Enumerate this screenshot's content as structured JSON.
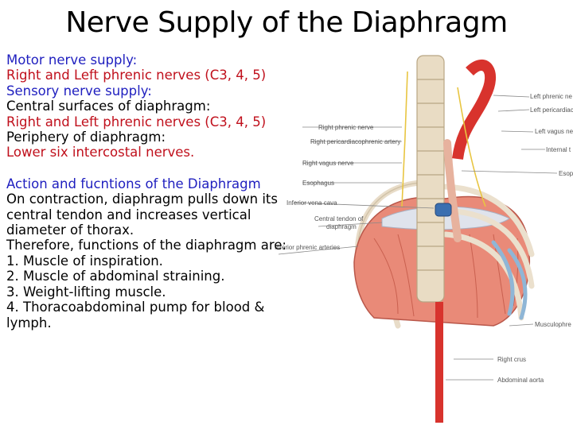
{
  "title": "Nerve Supply of the Diaphragm",
  "lines": [
    {
      "text": "Motor nerve supply:",
      "color": "#1f1fbf"
    },
    {
      "text": "Right and Left phrenic nerves (C3, 4, 5)",
      "color": "#c0101c"
    },
    {
      "text": "Sensory nerve supply:",
      "color": "#1f1fbf"
    },
    {
      "text": "Central surfaces of diaphragm:",
      "color": "#000000"
    },
    {
      "text": "Right and Left phrenic nerves (C3, 4, 5)",
      "color": "#c0101c"
    },
    {
      "text": "Periphery of diaphragm:",
      "color": "#000000"
    },
    {
      "text": "Lower six intercostal nerves.",
      "color": "#c0101c"
    },
    {
      "text": "Action and fucntions of the Diaphragm",
      "color": "#1f1fbf"
    },
    {
      "text": "On contraction, diaphragm pulls down its",
      "color": "#000000"
    },
    {
      "text": "central tendon and increases vertical",
      "color": "#000000"
    },
    {
      "text": "diameter of thorax.",
      "color": "#000000"
    },
    {
      "text": "Therefore, functions of the diaphragm are:",
      "color": "#000000"
    },
    {
      "text": "1. Muscle of inspiration.",
      "color": "#000000"
    },
    {
      "text": "2. Muscle of abdominal straining.",
      "color": "#000000"
    },
    {
      "text": "3. Weight-lifting muscle.",
      "color": "#000000"
    },
    {
      "text": "4. Thoracoabdominal pump for blood &",
      "color": "#000000"
    },
    {
      "text": "lymph.",
      "color": "#000000"
    }
  ],
  "figure_labels": {
    "left_phrenic_nerve": "Left phrenic ne",
    "left_pericardiacophrenic": "Left pericardiaco",
    "left_vagus": "Left vagus ne",
    "internal_thoracic": "Internal t",
    "right_phrenic_nerve": "Right phrenic nerve",
    "right_pericardiacophrenic_artery": "Right pericardiacophrenic artery",
    "right_vagus_nerve": "Right vagus nerve",
    "esophagus_right": "Esop",
    "esophagus": "Esophagus",
    "inferior_vena_cava": "Inferior vena cava",
    "central_tendon_1": "Central tendon of",
    "central_tendon_2": "diaphragm",
    "inferior_phrenic_arteries": "Inferior phrenic arteries",
    "musculophrenic": "Musculophre",
    "right_crus": "Right crus",
    "abdominal_aorta": "Abdominal aorta"
  }
}
